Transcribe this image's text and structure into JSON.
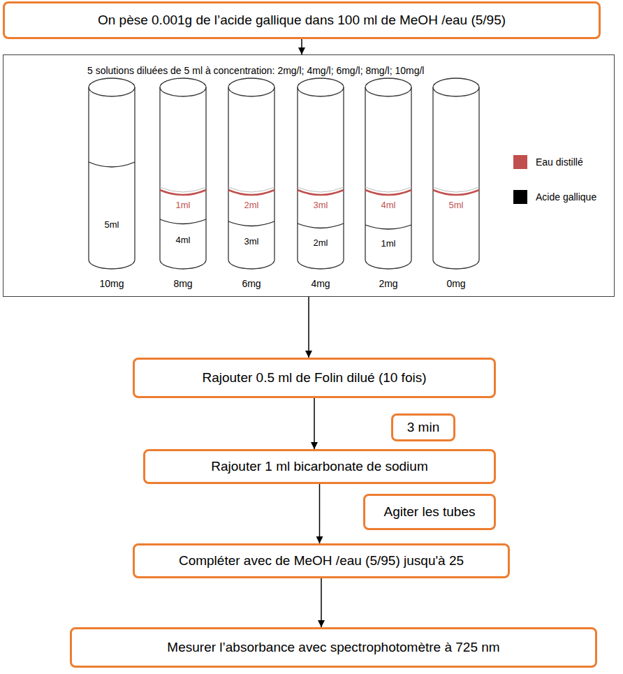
{
  "diagram": {
    "nodes": [
      {
        "text": [
          "On pèse 0.001g de l’acide gallique dans 100 ml de MeOH /eau (5/95)"
        ]
      },
      {
        "text": [
          "5 solutions diluées de 5 ml à concentration: 2mg/l; 4mg/l; 6mg/l; 8mg/l; 10mg/l"
        ]
      },
      {
        "text": [
          "Rajouter 0.5 ml de Folin dilué (10 fois)"
        ]
      },
      {
        "text": [
          "3 min"
        ]
      },
      {
        "text": [
          "Rajouter 1 ml bicarbonate de sodium"
        ]
      },
      {
        "text": [
          "Agiter les tubes"
        ]
      },
      {
        "text": [
          "Compléter avec de MeOH /eau (5/95) jusqu'à 25"
        ]
      },
      {
        "text": [
          "Mesurer l’absorbance avec spectrophotomètre à 725 nm"
        ]
      }
    ],
    "edges": [
      {
        "from": 0,
        "to": 1,
        "arrow": "to"
      },
      {
        "from": 1,
        "to": 2,
        "arrow": "to"
      },
      {
        "from": 2,
        "to": 4,
        "arrow": "to"
      },
      {
        "from": 4,
        "to": 6,
        "arrow": "to"
      },
      {
        "from": 6,
        "to": 7,
        "arrow": "to"
      }
    ],
    "labels": [
      "5ml",
      "10mg",
      "1ml",
      "4ml",
      "8mg",
      "2ml",
      "3ml",
      "6mg",
      "3ml",
      "2ml",
      "4mg",
      "4ml",
      "1ml",
      "2mg",
      "5ml",
      "0mg"
    ],
    "legend": [
      {
        "text": "Eau distillé",
        "color": "#c0504d"
      },
      {
        "text": "Acide gallique",
        "color": "#000000"
      }
    ]
  }
}
